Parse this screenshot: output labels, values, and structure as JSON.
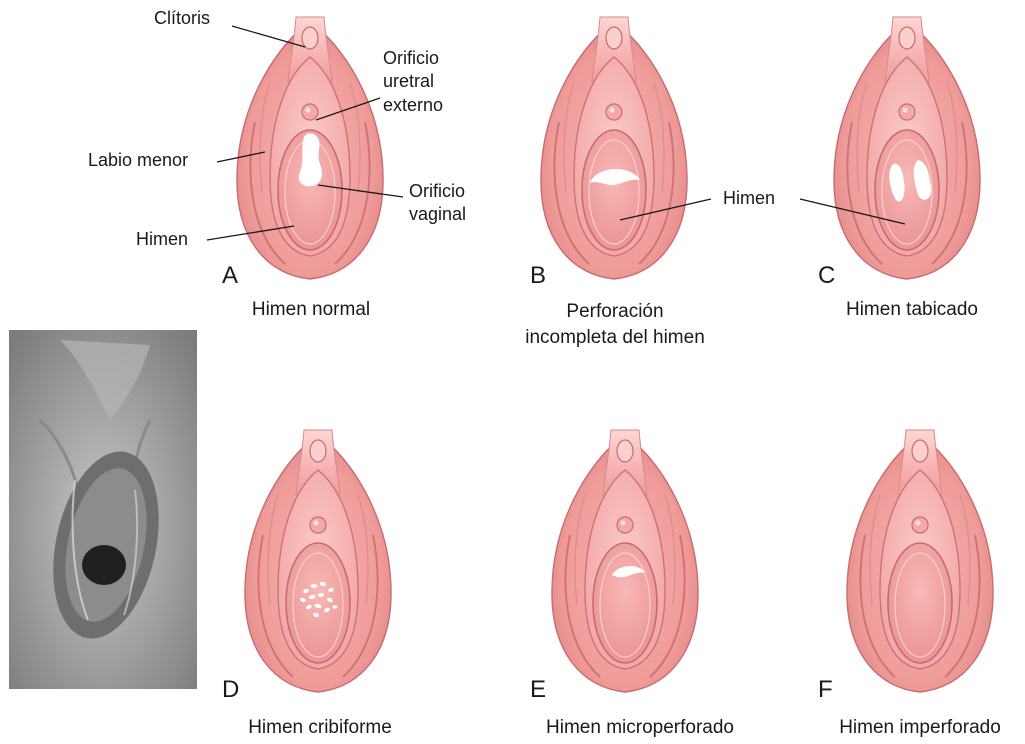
{
  "annotations": {
    "clitoris": "Clítoris",
    "urethral_orifice": "Orificio\nuretral\nexterno",
    "labia_minora": "Labio menor",
    "vaginal_orifice": "Orificio\nvaginal",
    "hymen_a": "Himen",
    "hymen_bc": "Himen"
  },
  "panels": [
    {
      "letter": "A",
      "caption": "Himen normal",
      "opening": "central-irregular"
    },
    {
      "letter": "B",
      "caption": "Perforación\nincompleta del himen",
      "opening": "crescent"
    },
    {
      "letter": "C",
      "caption": "Himen tabicado",
      "opening": "two-openings"
    },
    {
      "letter": "D",
      "caption": "Himen cribiforme",
      "opening": "multiple-small"
    },
    {
      "letter": "E",
      "caption": "Himen microperforado",
      "opening": "small-crescent"
    },
    {
      "letter": "F",
      "caption": "Himen imperforado",
      "opening": "none"
    }
  ],
  "colors": {
    "outer_labia": "#ef9c9a",
    "labia_shadow": "#d9787a",
    "inner": "#f7b7b4",
    "hymen": "#f2a3a3",
    "opening": "#ffffff",
    "photo_bg": "#9a9a9a"
  }
}
